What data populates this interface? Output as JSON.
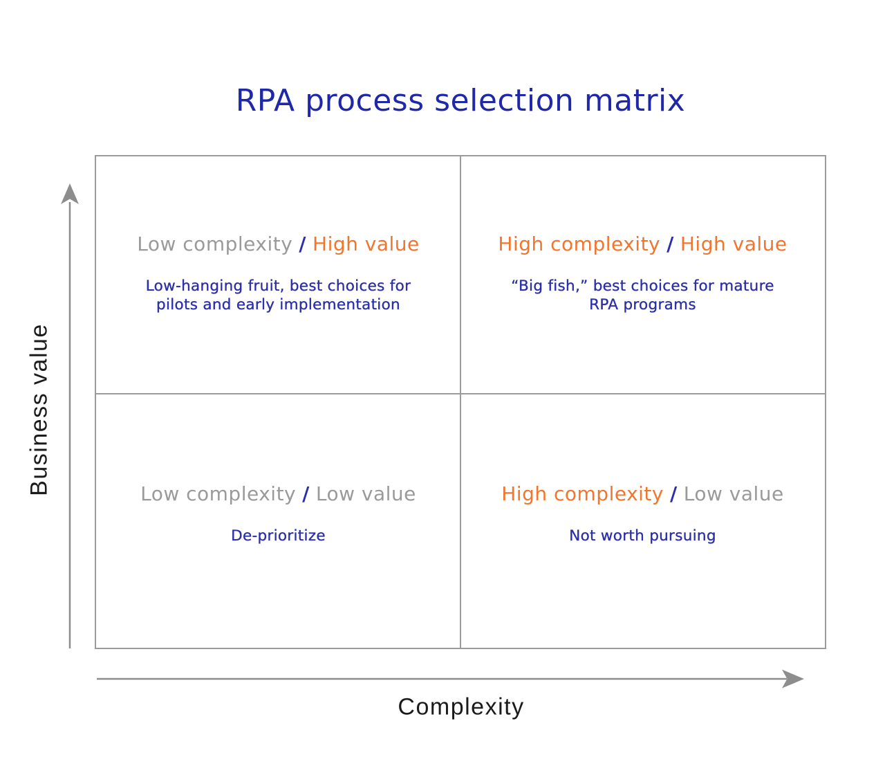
{
  "title": "RPA process selection matrix",
  "colors": {
    "title-blue": "#1f28a8",
    "body-blue": "#2b2fa9",
    "orange": "#f2752e",
    "gray-text": "#9a9a9a",
    "line-gray": "#9b9b9b",
    "arrow-gray": "#8d8d8d",
    "axis-label": "#1b1b1b"
  },
  "axes": {
    "y": "Business value",
    "x": "Complexity"
  },
  "quadrants": {
    "top_left": {
      "complexity": "Low complexity",
      "complexity_color": "#9a9a9a",
      "slash": "/",
      "value": "High value",
      "value_color": "#f2752e",
      "desc_lines": [
        "Low-hanging fruit, best choices for",
        "pilots and early implementation"
      ]
    },
    "top_right": {
      "complexity": "High complexity",
      "complexity_color": "#f2752e",
      "slash": "/",
      "value": "High value",
      "value_color": "#f2752e",
      "desc_lines": [
        "“Big fish,” best choices for mature",
        "RPA programs"
      ]
    },
    "bottom_left": {
      "complexity": "Low complexity",
      "complexity_color": "#9a9a9a",
      "slash": "/",
      "value": "Low value",
      "value_color": "#9a9a9a",
      "desc_lines": [
        "De-prioritize"
      ]
    },
    "bottom_right": {
      "complexity": "High complexity",
      "complexity_color": "#f2752e",
      "slash": "/",
      "value": "Low value",
      "value_color": "#9a9a9a",
      "desc_lines": [
        "Not worth pursuing"
      ]
    }
  }
}
